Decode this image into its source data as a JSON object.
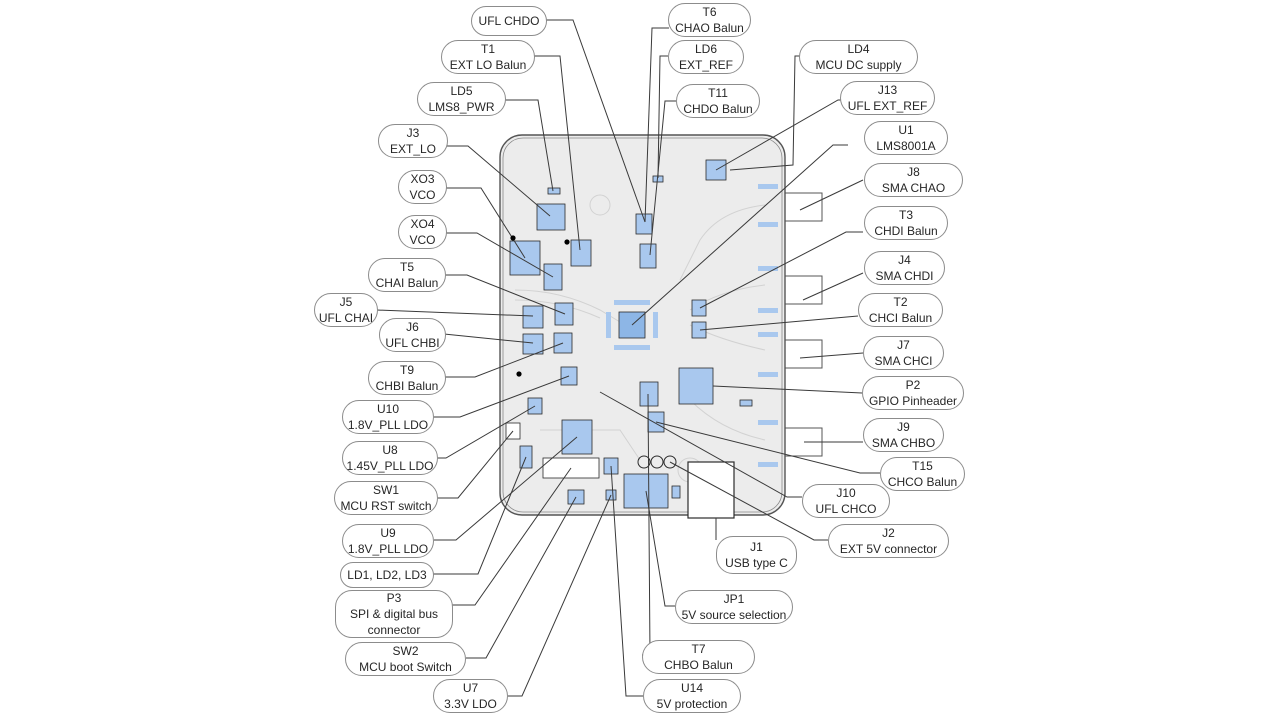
{
  "colors": {
    "board_fill": "#ececec",
    "board_stroke": "#555555",
    "component_fill": "#a9c8ee",
    "leader_line": "#3a3a3a",
    "callout_border": "#8c8c8c",
    "text": "#262626"
  },
  "callouts": [
    {
      "id": "ufl-chdo",
      "designator": "UFL CHDO",
      "description": ""
    },
    {
      "id": "t6",
      "designator": "T6",
      "description": "CHAO Balun"
    },
    {
      "id": "t1",
      "designator": "T1",
      "description": "EXT LO Balun"
    },
    {
      "id": "ld6",
      "designator": "LD6",
      "description": "EXT_REF"
    },
    {
      "id": "ld4",
      "designator": "LD4",
      "description": "MCU DC supply"
    },
    {
      "id": "ld5",
      "designator": "LD5",
      "description": "LMS8_PWR"
    },
    {
      "id": "t11",
      "designator": "T11",
      "description": "CHDO Balun"
    },
    {
      "id": "j13",
      "designator": "J13",
      "description": "UFL EXT_REF"
    },
    {
      "id": "j3",
      "designator": "J3",
      "description": "EXT_LO"
    },
    {
      "id": "u1",
      "designator": "U1",
      "description": "LMS8001A"
    },
    {
      "id": "xo3",
      "designator": "XO3",
      "description": "VCO"
    },
    {
      "id": "j8",
      "designator": "J8",
      "description": "SMA CHAO"
    },
    {
      "id": "xo4",
      "designator": "XO4",
      "description": "VCO"
    },
    {
      "id": "t3",
      "designator": "T3",
      "description": "CHDI Balun"
    },
    {
      "id": "t5",
      "designator": "T5",
      "description": "CHAI Balun"
    },
    {
      "id": "j4",
      "designator": "J4",
      "description": "SMA CHDI"
    },
    {
      "id": "j5",
      "designator": "J5",
      "description": "UFL CHAI"
    },
    {
      "id": "t2",
      "designator": "T2",
      "description": "CHCI Balun"
    },
    {
      "id": "j6",
      "designator": "J6",
      "description": "UFL CHBI"
    },
    {
      "id": "j7",
      "designator": "J7",
      "description": "SMA CHCI"
    },
    {
      "id": "t9",
      "designator": "T9",
      "description": "CHBI Balun"
    },
    {
      "id": "p2",
      "designator": "P2",
      "description": "GPIO Pinheader"
    },
    {
      "id": "u10",
      "designator": "U10",
      "description": "1.8V_PLL LDO"
    },
    {
      "id": "j9",
      "designator": "J9",
      "description": "SMA CHBO"
    },
    {
      "id": "u8",
      "designator": "U8",
      "description": "1.45V_PLL LDO"
    },
    {
      "id": "t15",
      "designator": "T15",
      "description": "CHCO Balun"
    },
    {
      "id": "sw1",
      "designator": "SW1",
      "description": "MCU RST switch"
    },
    {
      "id": "j10",
      "designator": "J10",
      "description": "UFL CHCO"
    },
    {
      "id": "u9",
      "designator": "U9",
      "description": "1.8V_PLL LDO"
    },
    {
      "id": "j2",
      "designator": "J2",
      "description": "EXT 5V connector"
    },
    {
      "id": "j1",
      "designator": "J1",
      "description": "USB type C"
    },
    {
      "id": "ld123",
      "designator": "LD1, LD2, LD3",
      "description": ""
    },
    {
      "id": "p3",
      "designator": "P3",
      "description": "SPI & digital bus connector"
    },
    {
      "id": "jp1",
      "designator": "JP1",
      "description": "5V source selection"
    },
    {
      "id": "sw2",
      "designator": "SW2",
      "description": "MCU boot Switch"
    },
    {
      "id": "t7",
      "designator": "T7",
      "description": "CHBO Balun"
    },
    {
      "id": "u7",
      "designator": "U7",
      "description": "3.3V LDO"
    },
    {
      "id": "u14",
      "designator": "U14",
      "description": "5V protection"
    }
  ]
}
